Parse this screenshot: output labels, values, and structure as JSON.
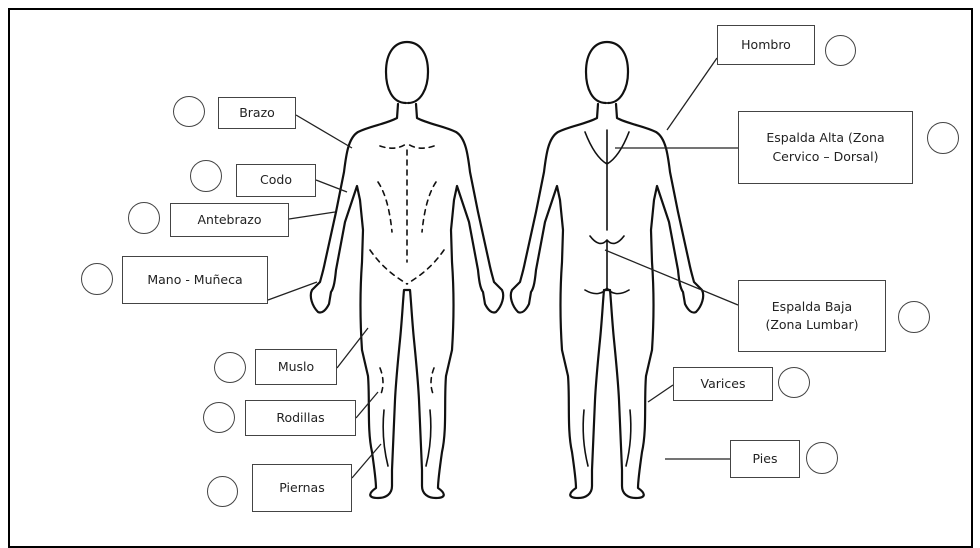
{
  "labels": {
    "brazo": "Brazo",
    "codo": "Codo",
    "antebrazo": "Antebrazo",
    "mano_muneca": "Mano - Muñeca",
    "muslo": "Muslo",
    "rodillas": "Rodillas",
    "piernas": "Piernas",
    "hombro": "Hombro",
    "espalda_alta_1": "Espalda Alta (Zona",
    "espalda_alta_2": "Cervico – Dorsal)",
    "espalda_baja_1": "Espalda Baja",
    "espalda_baja_2": "(Zona Lumbar)",
    "varices": "Varices",
    "pies": "Pies"
  },
  "checkboxes": {
    "brazo": false,
    "codo": false,
    "antebrazo": false,
    "mano_muneca": false,
    "muslo": false,
    "rodillas": false,
    "piernas": false,
    "hombro": false,
    "espalda_alta": false,
    "espalda_baja": false,
    "varices": false,
    "pies": false
  }
}
